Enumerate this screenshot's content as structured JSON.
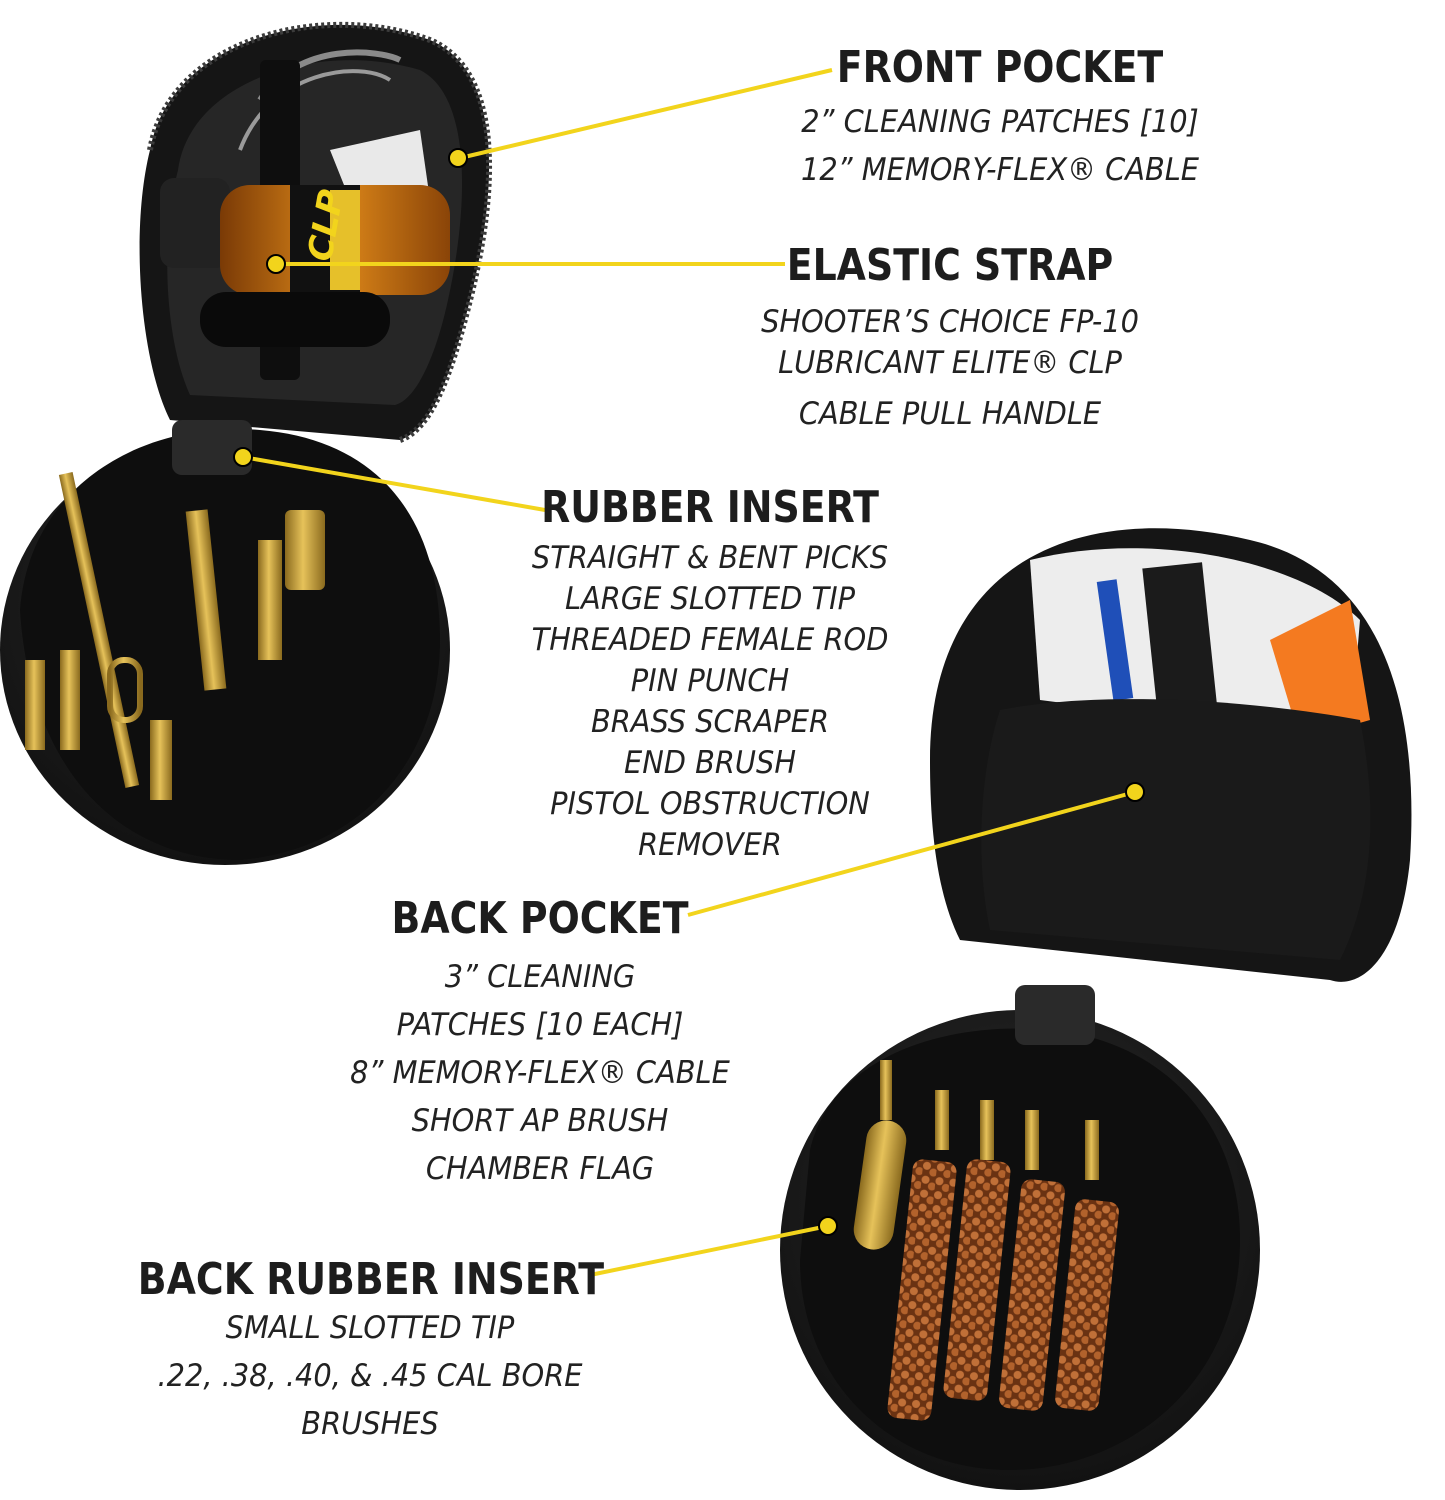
{
  "callouts": {
    "front_pocket": {
      "title": "FRONT POCKET",
      "items": [
        "2” CLEANING PATCHES [10]",
        "12” MEMORY-FLEX® CABLE"
      ]
    },
    "elastic_strap": {
      "title": "ELASTIC STRAP",
      "items": [
        "SHOOTER’S CHOICE FP-10",
        "LUBRICANT ELITE® CLP",
        "CABLE PULL HANDLE"
      ]
    },
    "rubber_insert": {
      "title": "RUBBER INSERT",
      "items": [
        "STRAIGHT & BENT PICKS",
        "LARGE SLOTTED TIP",
        "THREADED FEMALE ROD",
        "PIN PUNCH",
        "BRASS SCRAPER",
        "END BRUSH",
        "PISTOL OBSTRUCTION",
        "REMOVER"
      ]
    },
    "back_pocket": {
      "title": "BACK POCKET",
      "items": [
        "3” CLEANING",
        "PATCHES [10 EACH]",
        "8” MEMORY-FLEX® CABLE",
        "SHORT AP BRUSH",
        "CHAMBER FLAG"
      ]
    },
    "back_rubber_insert": {
      "title": "BACK RUBBER INSERT",
      "items": [
        "SMALL SLOTTED TIP",
        ".22, .38, .40, & .45 CAL BORE",
        "BRUSHES"
      ]
    }
  },
  "product_text": {
    "bottle_label": "CLP"
  },
  "colors": {
    "leader_line": "#f2d41c",
    "pouch_fabric": "#1b1b1b",
    "insert_rubber": "#101010",
    "brass": "#c9a23c",
    "bronze_brush": "#a55a2a",
    "text": "#1d1d1d"
  }
}
